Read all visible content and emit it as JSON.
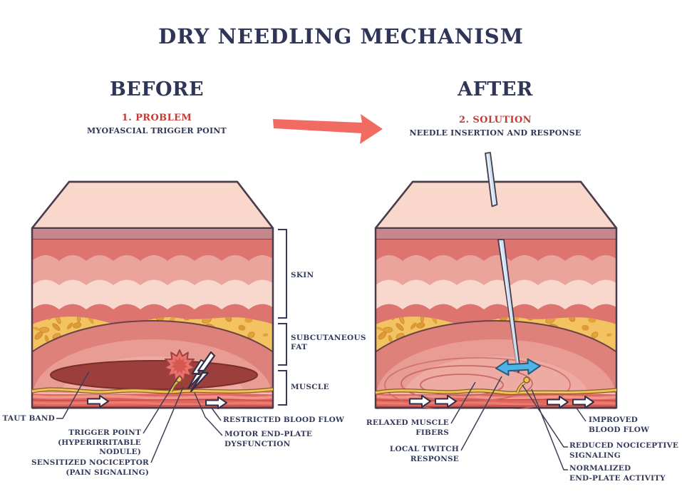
{
  "title": "DRY NEEDLING MECHANISM",
  "before": {
    "heading": "BEFORE",
    "step_label": "1. PROBLEM",
    "step_sublabel": "MYOFASCIAL TRIGGER POINT",
    "annotations": {
      "taut_band": "TAUT BAND",
      "trigger_point_line1": "TRIGGER POINT",
      "trigger_point_line2": "(HYPERIRRITABLE NODULE)",
      "nociceptor_line1": "SENSITIZED NOCICEPTOR",
      "nociceptor_line2": "(PAIN SIGNALING)",
      "blood_flow": "RESTRICTED BLOOD FLOW",
      "end_plate_line1": "MOTOR END-PLATE",
      "end_plate_line2": "DYSFUNCTION"
    }
  },
  "after": {
    "heading": "AFTER",
    "step_label": "2. SOLUTION",
    "step_sublabel": "NEEDLE INSERTION AND RESPONSE",
    "annotations": {
      "relaxed_line1": "RELAXED MUSCLE",
      "relaxed_line2": "FIBERS",
      "twitch_line1": "LOCAL TWITCH",
      "twitch_line2": "RESPONSE",
      "blood_line1": "IMPROVED",
      "blood_line2": "BLOOD FLOW",
      "nociceptive_line1": "REDUCED NOCICEPTIVE",
      "nociceptive_line2": "SIGNALING",
      "endplate_line1": "NORMALIZED",
      "endplate_line2": "END-PLATE ACTIVITY"
    }
  },
  "tissue_layers": {
    "skin": "SKIN",
    "fat_line1": "SUBCUTANEOUS",
    "fat_line2": "FAT",
    "muscle": "MUSCLE"
  },
  "colors": {
    "heading_navy": "#2f3557",
    "accent_red": "#c23b34",
    "transition_arrow_salmon": "#f26b62",
    "skin_salmon": "#dd7470",
    "skin_wave_light": "#f8d7cd",
    "subcutaneous_fat_yellow": "#f4c361",
    "muscle_pink": "#df817b",
    "taut_band_dark_red": "#9c3e3c",
    "nerve_yellow": "#eec553",
    "needle_steel_blue": "#cfe3f3",
    "twitch_arrow_blue": "#4db4e5"
  }
}
